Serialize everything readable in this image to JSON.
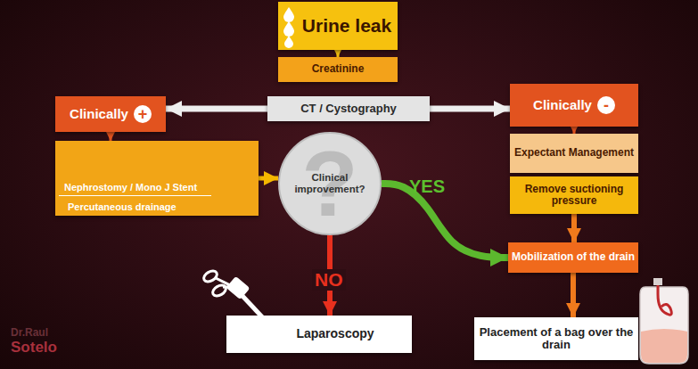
{
  "diagram": {
    "nodes": [
      {
        "text": [
          "Urine leak"
        ]
      },
      {
        "text": [
          "Creatinine"
        ]
      },
      {
        "text": [
          "Clinically",
          "+"
        ]
      },
      {
        "text": [
          "CT / Cystography"
        ]
      },
      {
        "text": [
          "Clinically",
          "-"
        ]
      },
      {
        "text": [
          "Expectant Management"
        ]
      },
      {
        "text": [
          "Nephrostomy / Mono J Stent",
          "Percutaneous drainage"
        ]
      },
      {
        "text": [
          "?",
          "Clinical improvement?"
        ]
      },
      {
        "text": [
          "Remove suctioning pressure"
        ]
      },
      {
        "text": [
          "Mobilization of the drain"
        ]
      },
      {
        "text": [
          "Laparoscopy"
        ]
      },
      {
        "text": [
          "Placement of a bag over the drain"
        ]
      }
    ],
    "edges": [
      {
        "from": 0,
        "to": 1,
        "arrow": "to"
      },
      {
        "from": 3,
        "to": 2,
        "arrow": "to"
      },
      {
        "from": 3,
        "to": 4,
        "arrow": "to"
      },
      {
        "from": 2,
        "to": 6,
        "arrow": "to"
      },
      {
        "from": 4,
        "to": 5,
        "arrow": "to"
      },
      {
        "from": 6,
        "to": 7,
        "arrow": "to"
      },
      {
        "from": 7,
        "to": 9,
        "label": "YES",
        "arrow": "to"
      },
      {
        "from": 8,
        "to": 9,
        "arrow": "to"
      },
      {
        "from": 7,
        "to": 10,
        "label": "NO",
        "arrow": "to"
      },
      {
        "from": 9,
        "to": 11,
        "arrow": "to"
      }
    ],
    "labels": [
      "Dr.Raul",
      "Sotelo"
    ]
  }
}
